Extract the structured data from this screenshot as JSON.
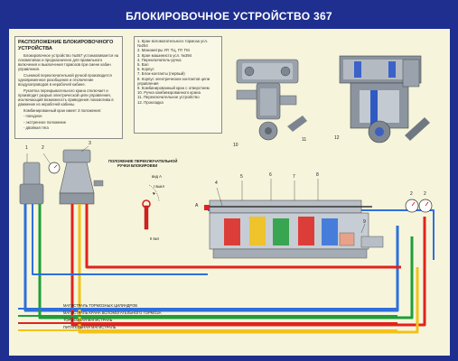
{
  "title": "БЛОКИРОВОЧНОЕ УСТРОЙСТВО 367",
  "description": {
    "heading": "РАСПОЛОЖЕНИЕ БЛОКИРОВОЧНОГО УСТРОЙСТВА",
    "paragraphs": [
      "Блокировочное устройство №367 устанавливается на локомотивах и предназначено для правильного включения и выключения тормозов при смене кабин управления.",
      "Съемной переключательной ручкой производится одновременное разобщение и отключение воздухопроводов в нерабочей кабине.",
      "Рукоятка перекрывательного крана отключает и производит разрыв электрической цепи управления, исключающий возможность приведения локомотива в движение из нерабочей кабины.",
      "Комбинированный кран имеет 3 положения:",
      "- поездное",
      "- экстренное положение",
      "- двойная тяга"
    ]
  },
  "legend": [
    "1. Кран вспомогательного тормоза усл. №254",
    "2. Манометры УР, ТЦ, ГР, ТМ",
    "3. Кран машиниста усл. №394",
    "4. Переключатель-ручка",
    "5. Вал",
    "6. Корпус",
    "7. Блок-контакты (первый)",
    "8. Корпус электрических контактов цепи управления",
    "9. Комбинированный кран с отверстием",
    "10. Ручка комбинированного крана",
    "11. Переключательное устройство",
    "12. Прокладка"
  ],
  "handle": {
    "title_line1": "ПОЛОЖЕНИЕ ПЕРЕКЛЮЧАТЕЛЬНОЙ",
    "title_line2": "РУЧКИ БЛОКИРОВКИ",
    "view_label": "вид А",
    "pos_off": "I выкл",
    "pos_on": "II вкл"
  },
  "callouts": {
    "c1": "1",
    "c2": "2",
    "c3": "3",
    "c4": "4",
    "c5": "5",
    "c6": "6",
    "c7": "7",
    "c8": "8",
    "c9": "9",
    "c10": "10",
    "c11": "11",
    "c12": "12",
    "a_mark": "А",
    "gauges_r1": "2",
    "gauges_r2": "2"
  },
  "mains": [
    "МАГИСТРАЛЬ ТОРМОЗНЫХ ЦИЛИНДРОВ",
    "МАГИСТРАЛЬ КРАНА ВСПОМОГАТЕЛЬНОГО ТОРМОЗА",
    "ТОРМОЗНАЯ МАГИСТРАЛЬ",
    "ПИТАТЕЛЬНАЯ МАГИСТРАЛЬ"
  ],
  "colors": {
    "background": "#1f2f8f",
    "board": "#f6f5dc",
    "pipe_blue": "#2f6fdc",
    "pipe_green": "#1f9e3a",
    "pipe_red": "#e0231c",
    "pipe_yellow": "#f2c21a",
    "handle_red": "#d82020"
  }
}
